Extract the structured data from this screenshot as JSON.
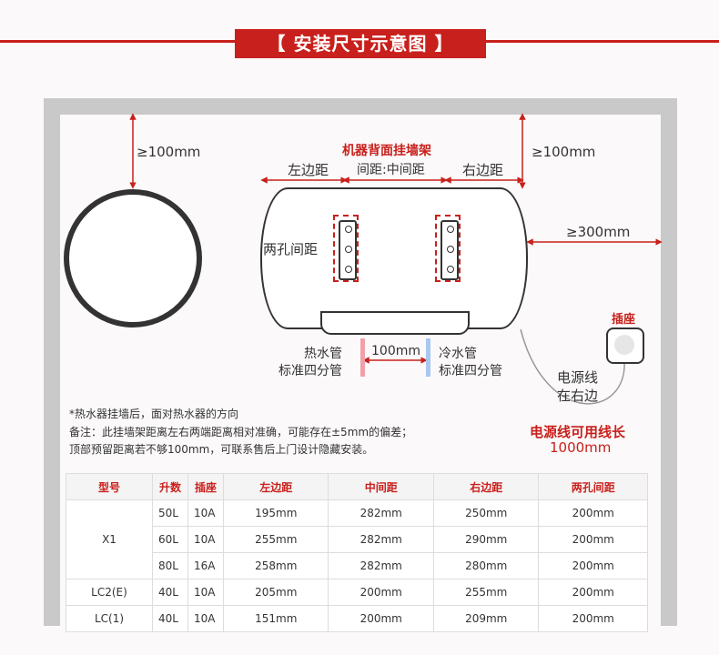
{
  "title": "【 安装尺寸示意图 】",
  "dims": {
    "top_left": "≥100mm",
    "top_right": "≥100mm",
    "right": "≥300mm",
    "left_edge": "左边距",
    "right_edge": "右边距",
    "bracket_title_1": "机器背面挂墙架",
    "bracket_title_2": "间距:中间距",
    "hole_gap": "两孔间距",
    "pipe_gap": "100mm"
  },
  "pipes": {
    "hot_1": "热水管",
    "hot_2": "标准四分管",
    "cold_1": "冷水管",
    "cold_2": "标准四分管"
  },
  "power": {
    "socket": "插座",
    "cable_1": "电源线",
    "cable_2": "在右边",
    "length_1": "电源线可用线长",
    "length_2": "1000mm"
  },
  "notes": [
    "*热水器挂墙后，面对热水器的方向",
    "备注：此挂墙架距离左右两端距离相对准确，可能存在±5mm的偏差；",
    "顶部预留距离若不够100mm，可联系售后上门设计隐藏安装。"
  ],
  "table": {
    "headers": [
      "型号",
      "升数",
      "插座",
      "左边距",
      "中间距",
      "右边距",
      "两孔间距"
    ],
    "rows": [
      {
        "model": "X1",
        "cells": [
          "50L",
          "10A",
          "195mm",
          "282mm",
          "250mm",
          "200mm"
        ]
      },
      {
        "model": "",
        "cells": [
          "60L",
          "10A",
          "255mm",
          "282mm",
          "290mm",
          "200mm"
        ]
      },
      {
        "model": "",
        "cells": [
          "80L",
          "16A",
          "258mm",
          "282mm",
          "280mm",
          "200mm"
        ]
      },
      {
        "model": "LC2(E)",
        "cells": [
          "40L",
          "10A",
          "205mm",
          "200mm",
          "255mm",
          "200mm"
        ]
      },
      {
        "model": "LC(1)",
        "cells": [
          "40L",
          "10A",
          "151mm",
          "200mm",
          "209mm",
          "200mm"
        ]
      }
    ]
  },
  "colors": {
    "accent": "#c8201c",
    "hot": "#f0a0a8",
    "cold": "#a8c8f0"
  }
}
